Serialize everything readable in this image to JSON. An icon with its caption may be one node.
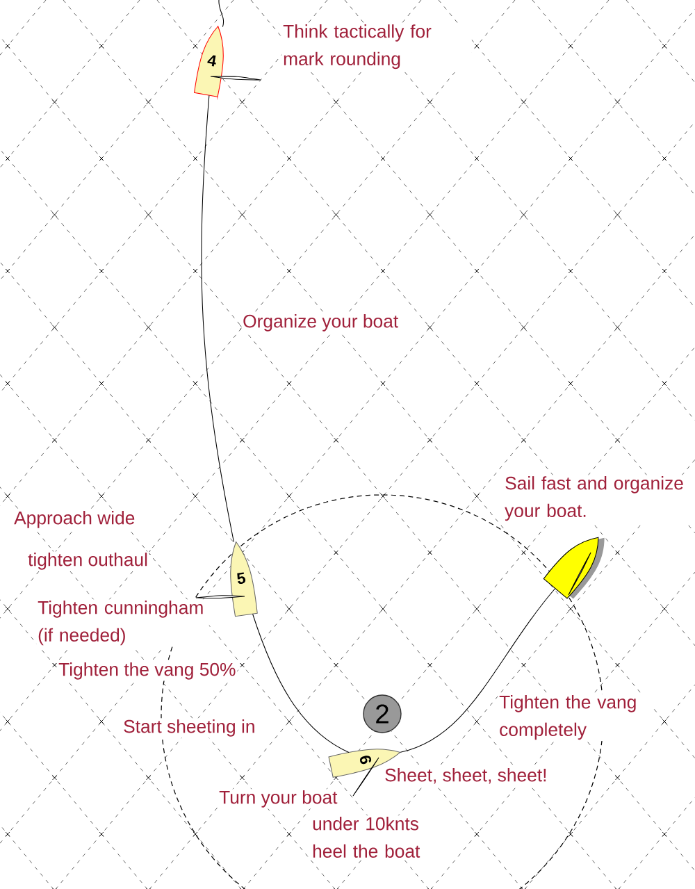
{
  "diagram": {
    "nodes": [
      {
        "text": [
          "4"
        ]
      },
      {
        "text": [
          "5"
        ]
      },
      {
        "text": [
          "6"
        ]
      },
      {
        "text": [],
        "shape": "boat"
      },
      {
        "text": [
          "2"
        ]
      }
    ],
    "edges": [
      {
        "from": null,
        "to": 0,
        "arrow": "none"
      },
      {
        "from": 0,
        "to": 1,
        "arrow": "none"
      },
      {
        "from": 1,
        "to": 2,
        "arrow": "none"
      },
      {
        "from": 2,
        "to": 3,
        "arrow": "none"
      }
    ],
    "labels": [
      "Think tactically for mark rounding",
      "Organize your boat",
      "Sail fast and organize your boat.",
      "Approach wide",
      "tighten outhaul",
      "Tighten cunningham (if needed)",
      "Tighten the vang 50%",
      "Start sheeting in",
      "Tighten the vang completely",
      "Sheet, sheet, sheet!",
      "Turn your boat",
      "under 10knts heel the boat"
    ]
  }
}
